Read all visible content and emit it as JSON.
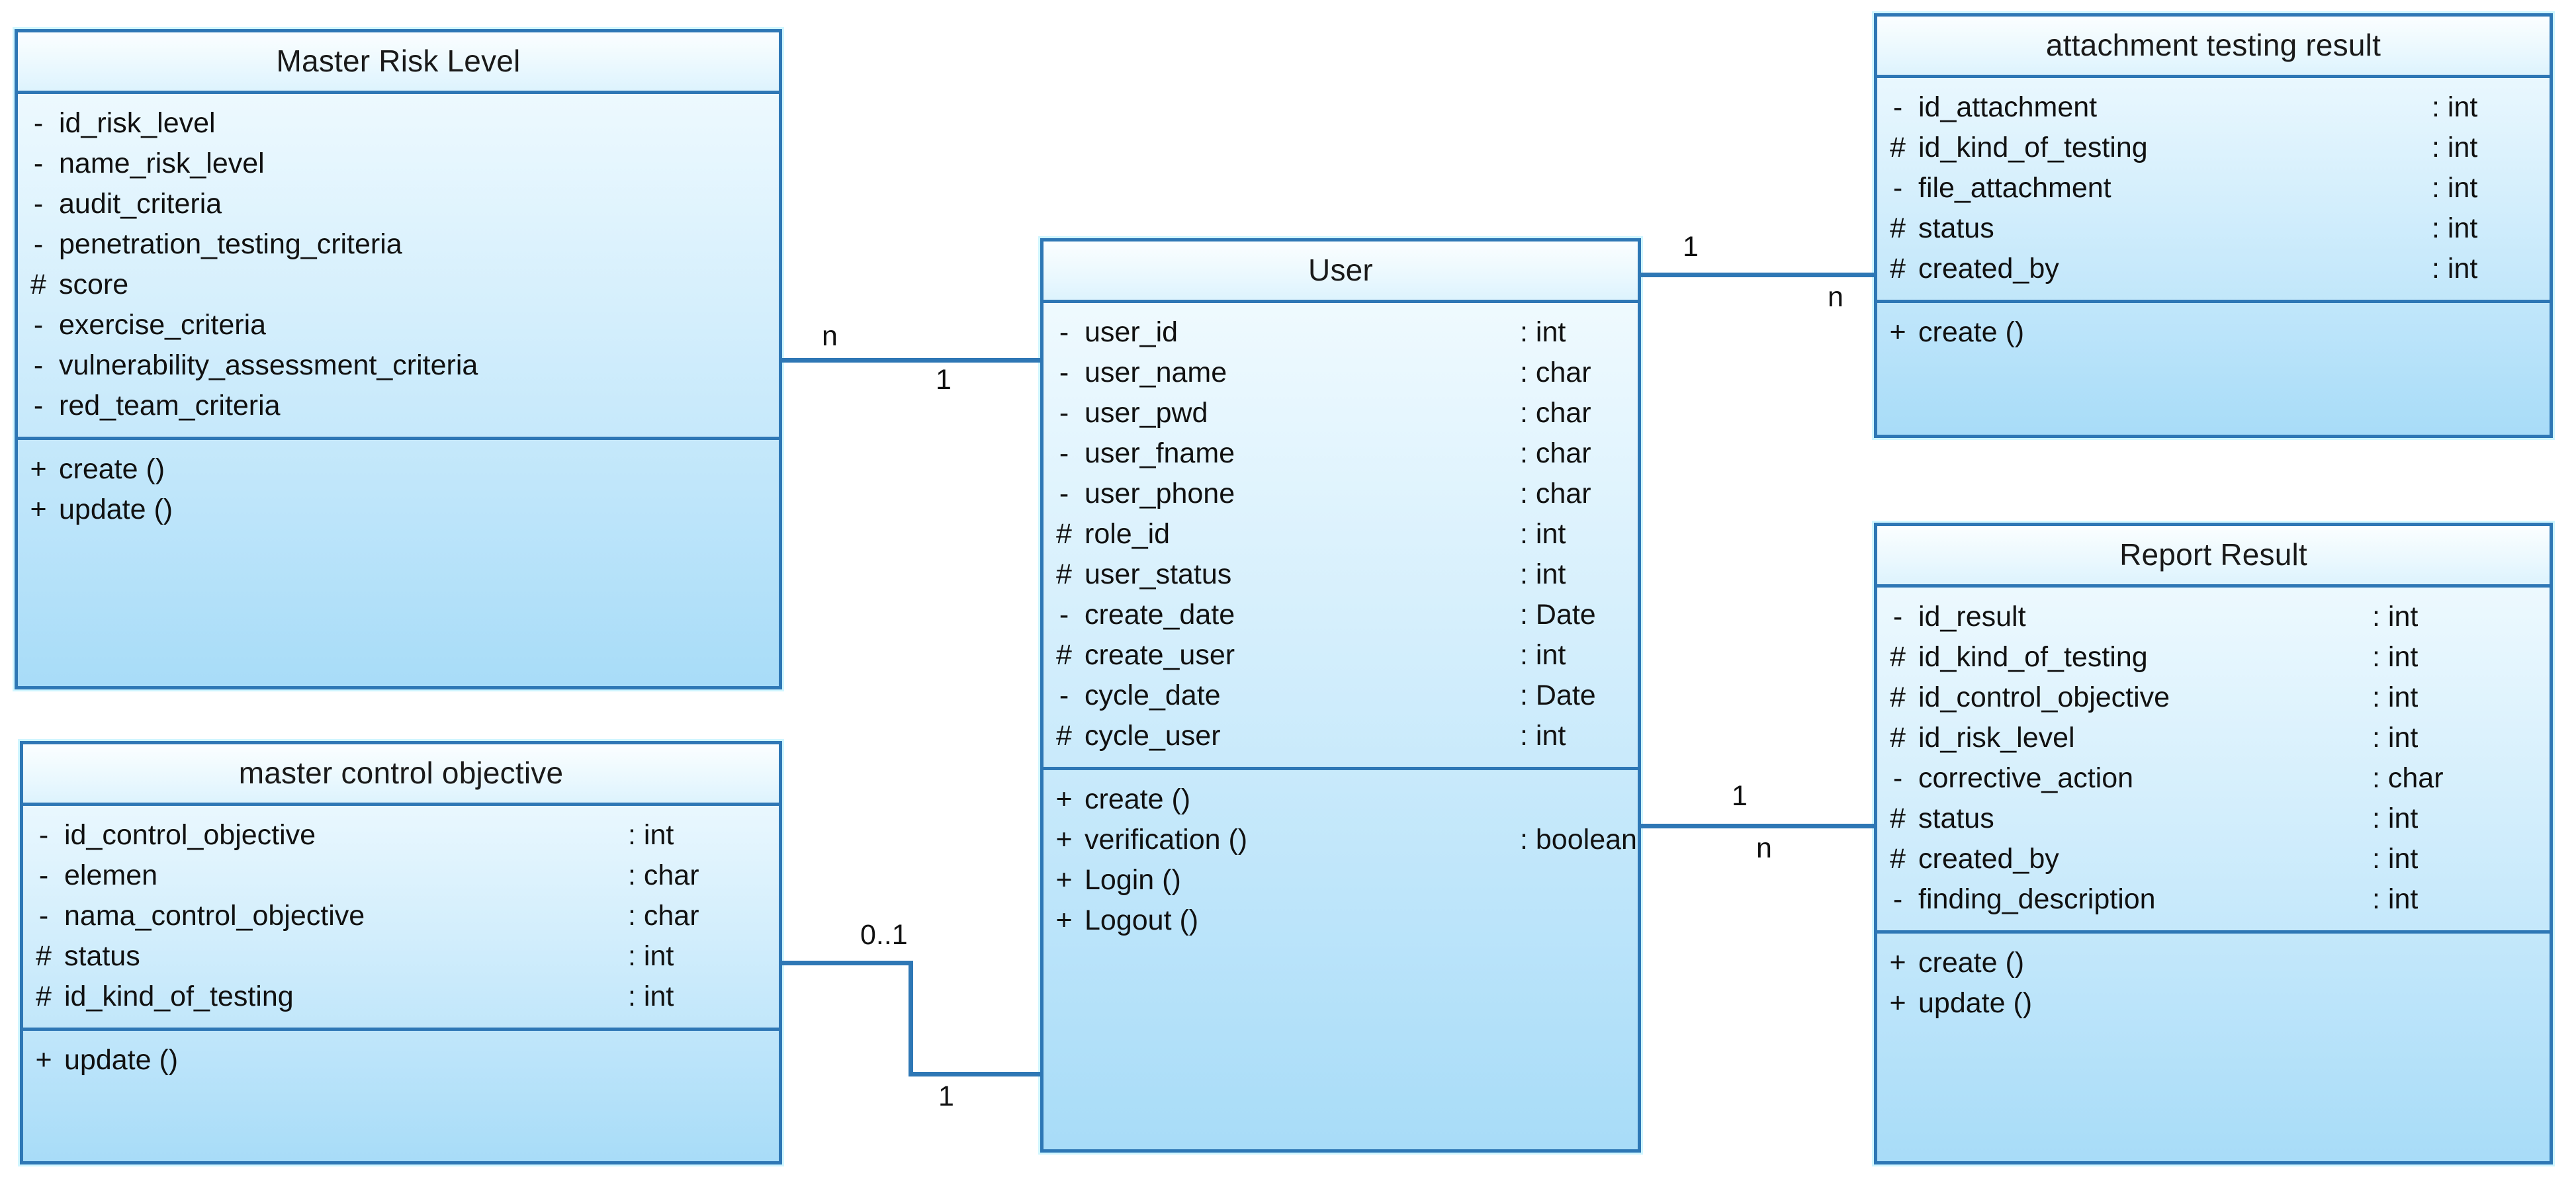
{
  "diagram": {
    "type": "uml-class-diagram",
    "title": "",
    "accent_color": "#2e77b5",
    "fill_color_light": "#eaf8fe",
    "fill_color_dark": "#a8dcf8",
    "background": "#ffffff"
  },
  "classes": [
    {
      "id": "master-risk-level",
      "name": "Master Risk Level",
      "attributes": [
        {
          "visibility": "-",
          "name": "id_risk_level",
          "type": ""
        },
        {
          "visibility": "-",
          "name": "name_risk_level",
          "type": ""
        },
        {
          "visibility": "-",
          "name": "audit_criteria",
          "type": ""
        },
        {
          "visibility": "-",
          "name": "penetration_testing_criteria",
          "type": ""
        },
        {
          "visibility": "#",
          "name": "score",
          "type": ""
        },
        {
          "visibility": "-",
          "name": "exercise_criteria",
          "type": ""
        },
        {
          "visibility": "-",
          "name": "vulnerability_assessment_criteria",
          "type": ""
        },
        {
          "visibility": "-",
          "name": "red_team_criteria",
          "type": ""
        }
      ],
      "methods": [
        {
          "visibility": "+",
          "name": "create ()",
          "type": ""
        },
        {
          "visibility": "+",
          "name": "update ()",
          "type": ""
        }
      ]
    },
    {
      "id": "master-control-objective",
      "name": "master control objective",
      "attributes": [
        {
          "visibility": "-",
          "name": "id_control_objective",
          "type": ": int"
        },
        {
          "visibility": "-",
          "name": "elemen",
          "type": ": char"
        },
        {
          "visibility": "-",
          "name": "nama_control_objective",
          "type": ": char"
        },
        {
          "visibility": "#",
          "name": "status",
          "type": ": int"
        },
        {
          "visibility": "#",
          "name": "id_kind_of_testing",
          "type": ": int"
        }
      ],
      "methods": [
        {
          "visibility": "+",
          "name": "update ()",
          "type": ""
        }
      ]
    },
    {
      "id": "user",
      "name": "User",
      "attributes": [
        {
          "visibility": "-",
          "name": "user_id",
          "type": ": int"
        },
        {
          "visibility": "-",
          "name": "user_name",
          "type": ": char"
        },
        {
          "visibility": "-",
          "name": "user_pwd",
          "type": ": char"
        },
        {
          "visibility": "-",
          "name": "user_fname",
          "type": ": char"
        },
        {
          "visibility": "-",
          "name": "user_phone",
          "type": ": char"
        },
        {
          "visibility": "#",
          "name": "role_id",
          "type": ": int"
        },
        {
          "visibility": "#",
          "name": "user_status",
          "type": ": int"
        },
        {
          "visibility": "-",
          "name": "create_date",
          "type": ": Date"
        },
        {
          "visibility": "#",
          "name": "create_user",
          "type": ": int"
        },
        {
          "visibility": "-",
          "name": "cycle_date",
          "type": ": Date"
        },
        {
          "visibility": "#",
          "name": "cycle_user",
          "type": ": int"
        }
      ],
      "methods": [
        {
          "visibility": "+",
          "name": "create ()",
          "type": ""
        },
        {
          "visibility": "+",
          "name": "verification ()",
          "type": ": boolean"
        },
        {
          "visibility": "+",
          "name": "Login ()",
          "type": ""
        },
        {
          "visibility": "+",
          "name": "Logout ()",
          "type": ""
        }
      ]
    },
    {
      "id": "attachment-testing-result",
      "name": "attachment testing result",
      "attributes": [
        {
          "visibility": "-",
          "name": "id_attachment",
          "type": ": int"
        },
        {
          "visibility": "#",
          "name": "id_kind_of_testing",
          "type": ": int"
        },
        {
          "visibility": "-",
          "name": "file_attachment",
          "type": ": int"
        },
        {
          "visibility": "#",
          "name": "status",
          "type": ": int"
        },
        {
          "visibility": "#",
          "name": "created_by",
          "type": ": int"
        }
      ],
      "methods": [
        {
          "visibility": "+",
          "name": "create ()",
          "type": ""
        }
      ]
    },
    {
      "id": "report-result",
      "name": "Report Result",
      "attributes": [
        {
          "visibility": "-",
          "name": "id_result",
          "type": ": int"
        },
        {
          "visibility": "#",
          "name": "id_kind_of_testing",
          "type": ": int"
        },
        {
          "visibility": "#",
          "name": "id_control_objective",
          "type": ": int"
        },
        {
          "visibility": "#",
          "name": "id_risk_level",
          "type": ": int"
        },
        {
          "visibility": "-",
          "name": "corrective_action",
          "type": ": char"
        },
        {
          "visibility": "#",
          "name": "status",
          "type": ": int"
        },
        {
          "visibility": "#",
          "name": "created_by",
          "type": ": int"
        },
        {
          "visibility": "-",
          "name": "finding_description",
          "type": ": int"
        }
      ],
      "methods": [
        {
          "visibility": "+",
          "name": "create ()",
          "type": ""
        },
        {
          "visibility": "+",
          "name": "update ()",
          "type": ""
        }
      ]
    }
  ],
  "associations": [
    {
      "id": "assoc-risk-user",
      "from": "master-risk-level",
      "to": "user",
      "source_multiplicity": "n",
      "target_multiplicity": "1"
    },
    {
      "id": "assoc-user-attachment",
      "from": "user",
      "to": "attachment-testing-result",
      "source_multiplicity": "1",
      "target_multiplicity": "n"
    },
    {
      "id": "assoc-user-report",
      "from": "user",
      "to": "report-result",
      "source_multiplicity": "1",
      "target_multiplicity": "n"
    },
    {
      "id": "assoc-control-user",
      "from": "master-control-objective",
      "to": "user",
      "source_multiplicity": "0..1",
      "target_multiplicity": "1"
    }
  ]
}
